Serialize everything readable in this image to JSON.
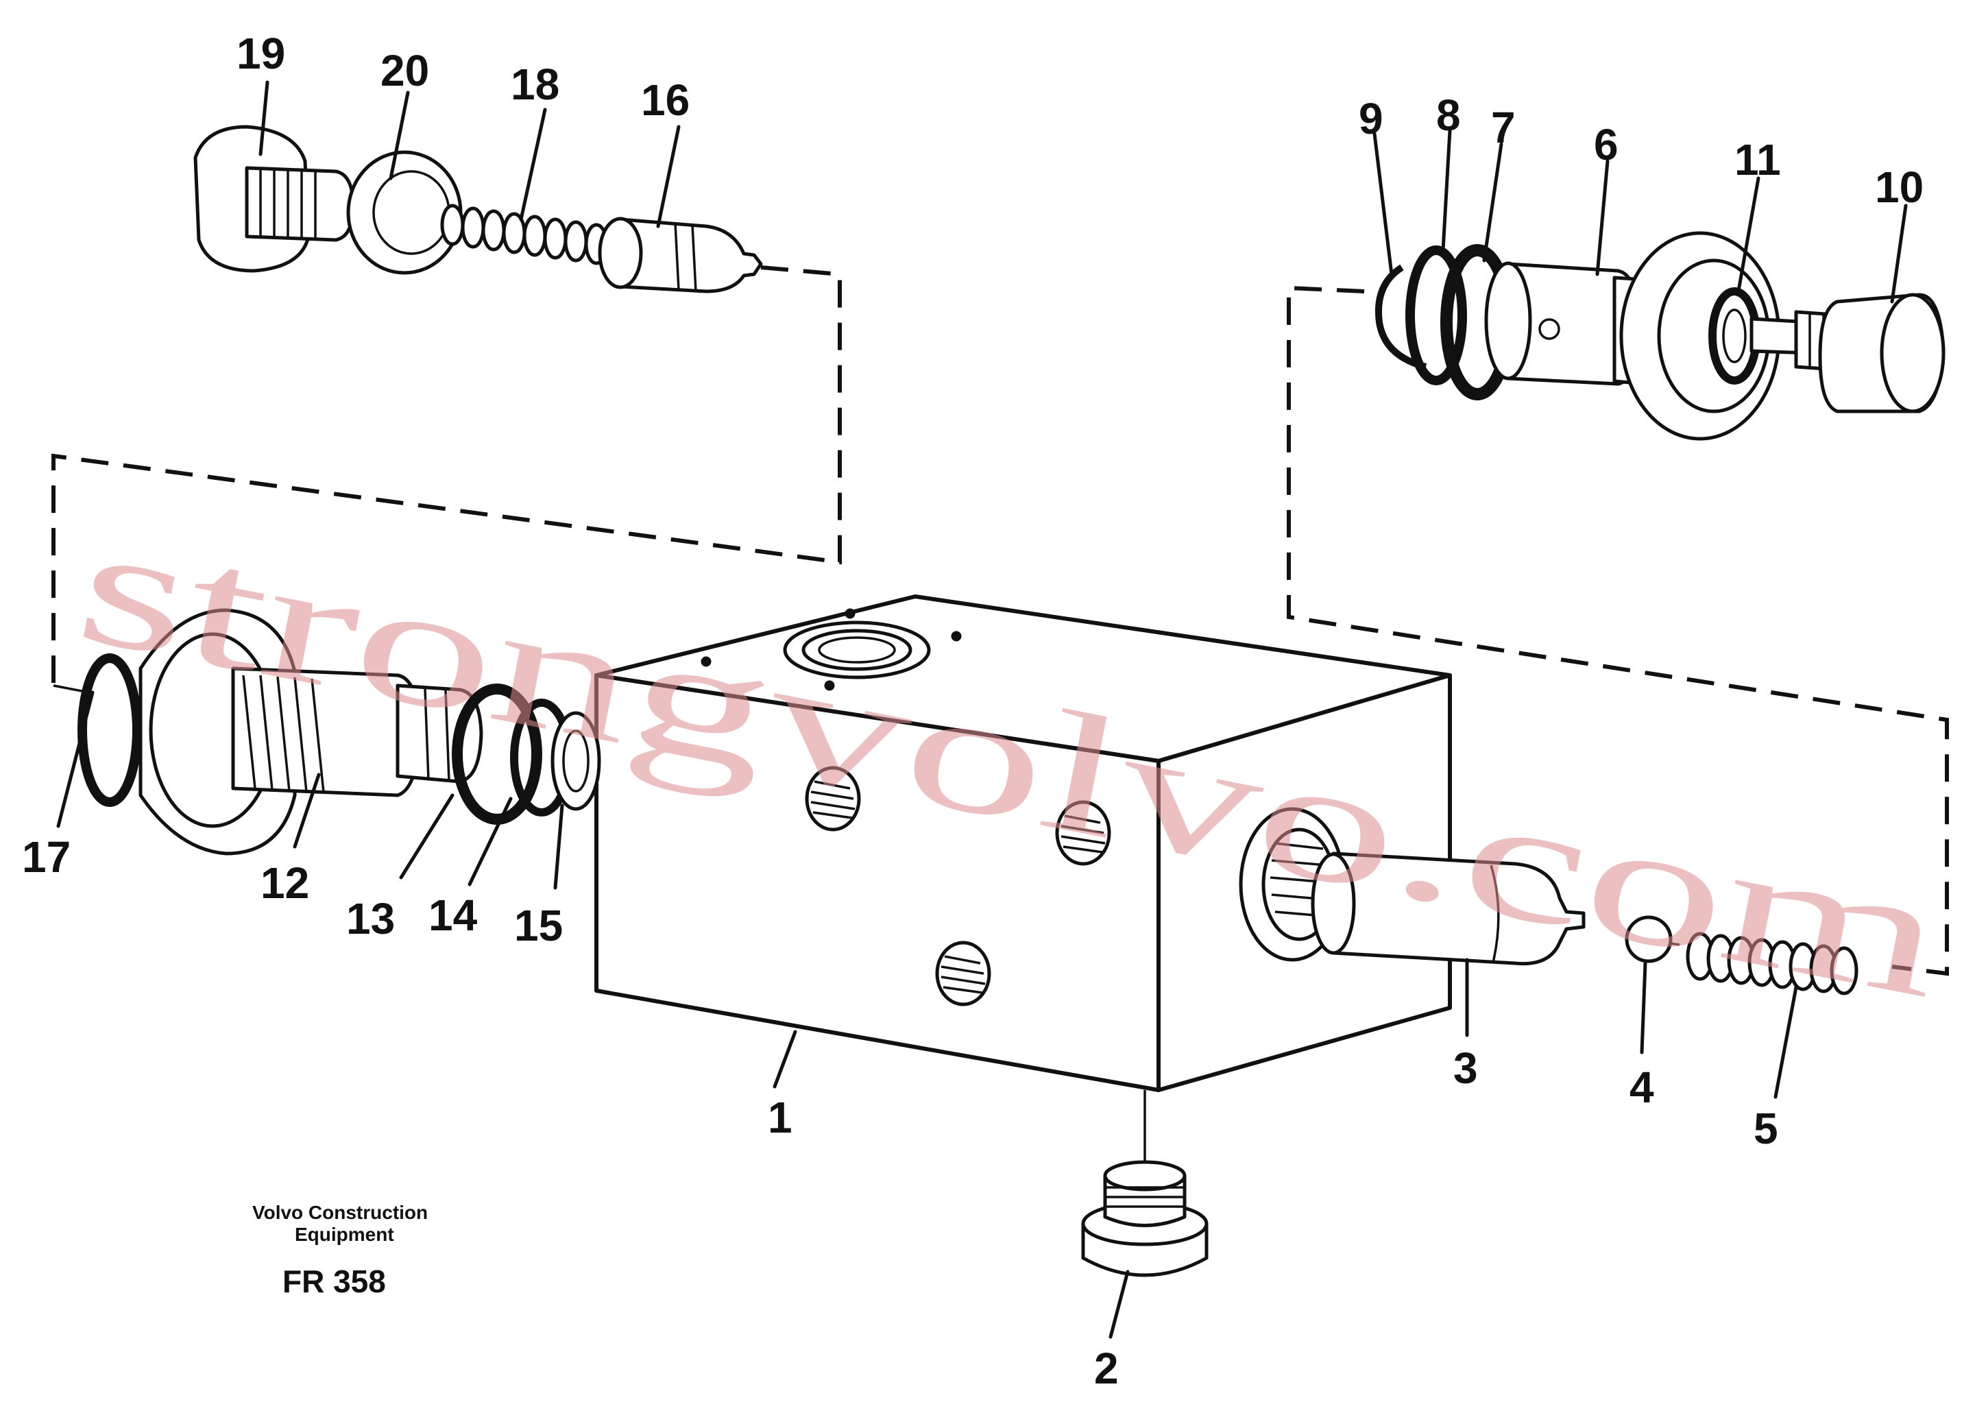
{
  "watermark": "strongvolvo.com",
  "caption": {
    "manufacturer_line1": "Volvo Construction",
    "manufacturer_line2": "Equipment",
    "figure_id": "FR 358"
  },
  "callouts": [
    "1",
    "2",
    "3",
    "4",
    "5",
    "6",
    "7",
    "8",
    "9",
    "10",
    "11",
    "12",
    "13",
    "14",
    "15",
    "16",
    "17",
    "18",
    "19",
    "20"
  ]
}
